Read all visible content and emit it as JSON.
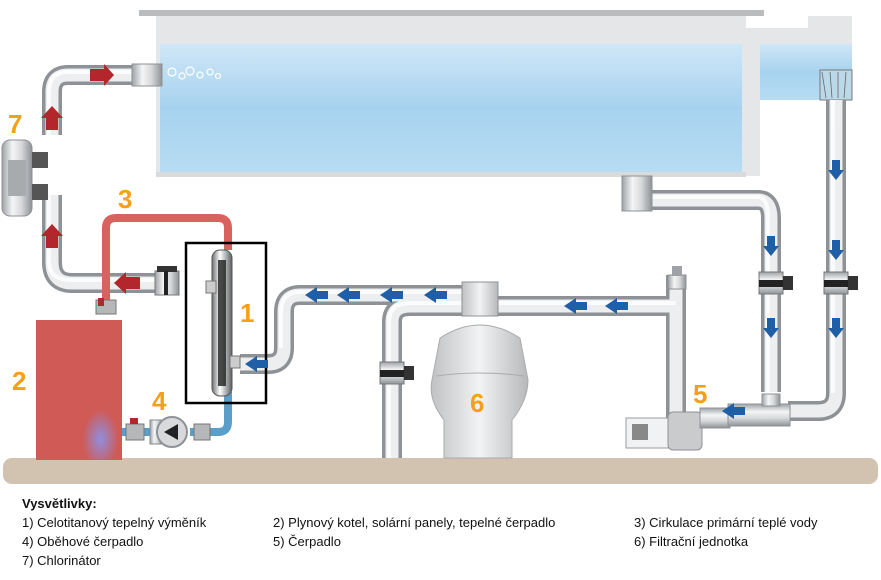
{
  "labels": {
    "n1": "1",
    "n2": "2",
    "n3": "3",
    "n4": "4",
    "n5": "5",
    "n6": "6",
    "n7": "7"
  },
  "legend": {
    "title": "Vysvětlivky:",
    "items": [
      "1) Celotitanový tepelný výměník",
      "2) Plynový kotel, solární panely, tepelné čerpadlo",
      "3) Cirkulace primární teplé vody",
      "4) Oběhové čerpadlo",
      "5) Čerpadlo",
      "6) Filtrační jednotka",
      "7) Chlorinátor"
    ]
  },
  "colors": {
    "label": "#f5a01a",
    "hot_pipe": "#d9625e",
    "cold_pipe": "#5b9ec9",
    "flow_arrow_blue": "#1f5fa8",
    "flow_arrow_red": "#b3262b",
    "pipe_gray": "#c8cacc",
    "ground": "#d2c2b0",
    "water": "#a9d4f0",
    "boiler": "#cf5a56"
  },
  "icons": {
    "arrows": "arrow-icon",
    "valves": "valve-icon"
  }
}
